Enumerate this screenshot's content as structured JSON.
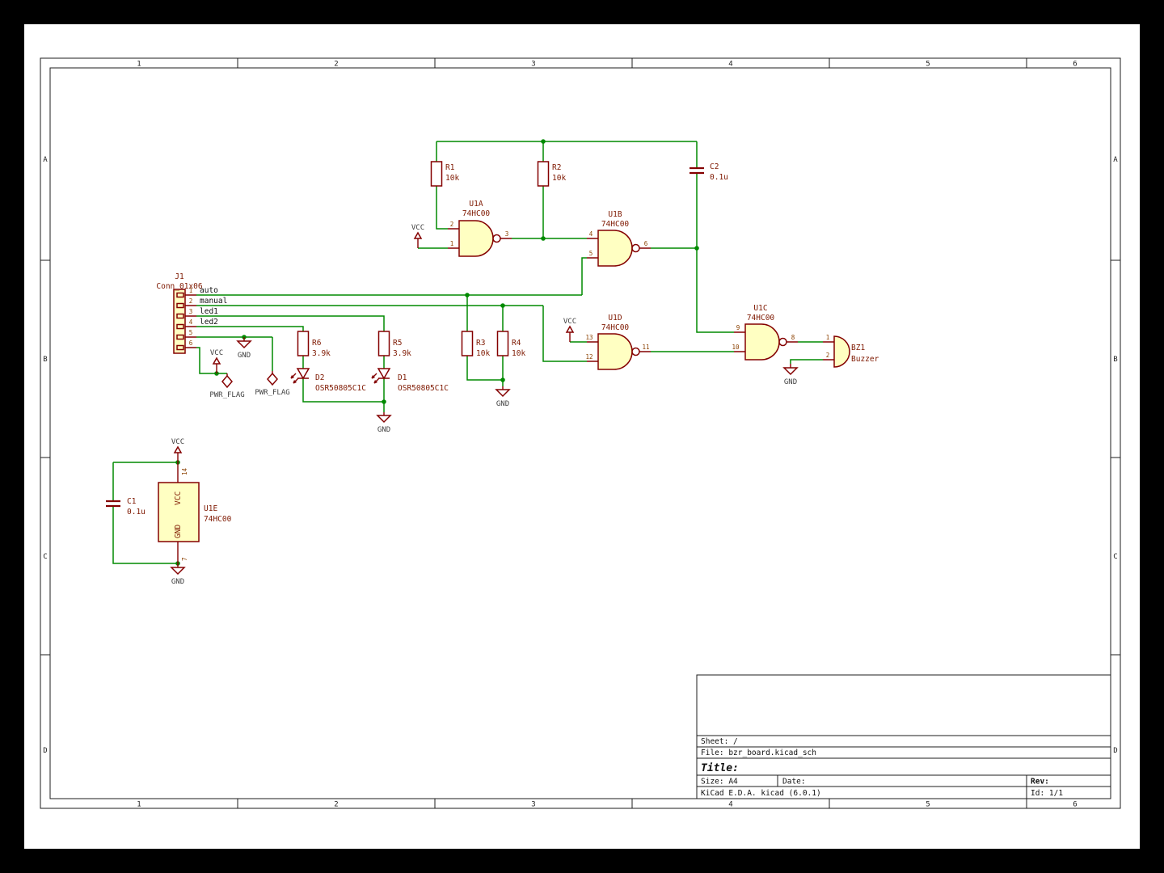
{
  "colors": {
    "background": "#000000",
    "sheet": "#FFFFFF",
    "wire": "#008A00",
    "symbol_outline": "#840000",
    "symbol_fill": "#FFFFC2",
    "field_text": "#7E1800",
    "pin_number": "#8B4000",
    "net_label": "#101010",
    "frame": "#1C1C1C"
  },
  "frame": {
    "columns": [
      "1",
      "2",
      "3",
      "4",
      "5",
      "6"
    ],
    "rows": [
      "A",
      "B",
      "C",
      "D"
    ]
  },
  "title_block": {
    "sheet": "Sheet: /",
    "file": "File: bzr_board.kicad_sch",
    "title": "Title:",
    "size": "Size: A4",
    "date": "Date:",
    "rev": "Rev:",
    "generator": "KiCad E.D.A.  kicad (6.0.1)",
    "id": "Id: 1/1"
  },
  "power": {
    "vcc": "VCC",
    "gnd": "GND",
    "pwr_flag": "PWR_FLAG"
  },
  "connector": {
    "ref": "J1",
    "value": "Conn_01x06",
    "pins": [
      "1",
      "2",
      "3",
      "4",
      "5",
      "6"
    ],
    "nets": [
      "auto",
      "manual",
      "led1",
      "led2"
    ]
  },
  "gates": {
    "u1a": {
      "ref": "U1A",
      "value": "74HC00",
      "pin_in_top": "2",
      "pin_in_bottom": "1",
      "pin_out": "3"
    },
    "u1b": {
      "ref": "U1B",
      "value": "74HC00",
      "pin_in_top": "4",
      "pin_in_bottom": "5",
      "pin_out": "6"
    },
    "u1c": {
      "ref": "U1C",
      "value": "74HC00",
      "pin_in_top": "9",
      "pin_in_bottom": "10",
      "pin_out": "8"
    },
    "u1d": {
      "ref": "U1D",
      "value": "74HC00",
      "pin_in_top": "13",
      "pin_in_bottom": "12",
      "pin_out": "11"
    },
    "u1e": {
      "ref": "U1E",
      "value": "74HC00",
      "pin_top": "14",
      "pin_bottom": "7",
      "pin_top_name": "VCC",
      "pin_bottom_name": "GND"
    }
  },
  "resistors": {
    "r1": {
      "ref": "R1",
      "value": "10k"
    },
    "r2": {
      "ref": "R2",
      "value": "10k"
    },
    "r3": {
      "ref": "R3",
      "value": "10k"
    },
    "r4": {
      "ref": "R4",
      "value": "10k"
    },
    "r5": {
      "ref": "R5",
      "value": "3.9k"
    },
    "r6": {
      "ref": "R6",
      "value": "3.9k"
    }
  },
  "capacitors": {
    "c1": {
      "ref": "C1",
      "value": "0.1u"
    },
    "c2": {
      "ref": "C2",
      "value": "0.1u"
    }
  },
  "leds": {
    "d1": {
      "ref": "D1",
      "value": "OSR50805C1C"
    },
    "d2": {
      "ref": "D2",
      "value": "OSR50805C1C"
    }
  },
  "buzzer": {
    "ref": "BZ1",
    "value": "Buzzer",
    "pin1": "1",
    "pin2": "2"
  }
}
